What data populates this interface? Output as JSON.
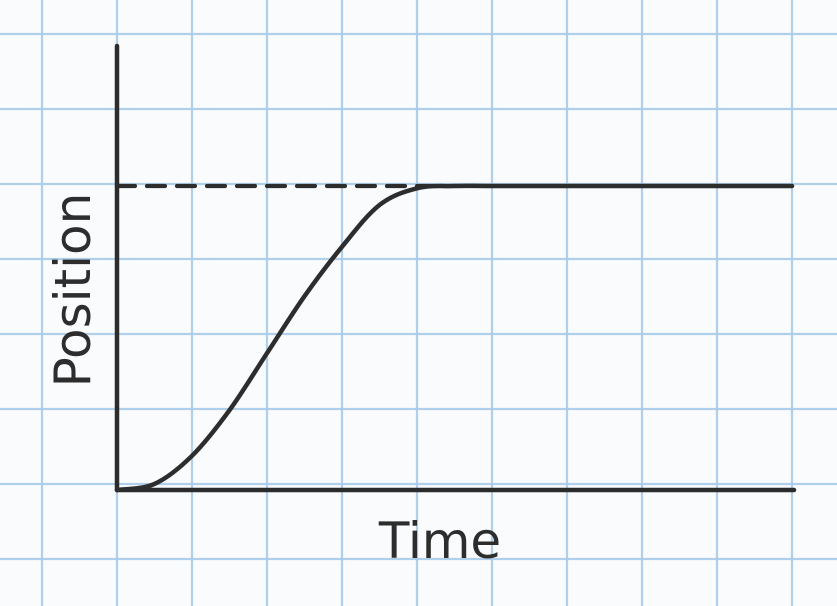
{
  "chart_data": {
    "type": "line",
    "title": "",
    "xlabel": "Time",
    "ylabel": "Position",
    "grid": true,
    "xlim": [
      0,
      9
    ],
    "ylim": [
      0,
      4
    ],
    "series": [
      {
        "x": [
          0,
          0.5,
          1,
          1.5,
          2,
          2.5,
          3,
          3.5,
          4,
          4.5,
          5,
          6,
          7,
          8,
          9
        ],
        "y": [
          0,
          0.08,
          0.45,
          1.05,
          1.8,
          2.55,
          3.2,
          3.75,
          3.97,
          4.0,
          4.0,
          4.0,
          4.0,
          4.0,
          4.0
        ]
      }
    ],
    "reference_lines": [
      {
        "y": 4,
        "style": "dashed"
      }
    ],
    "colors": {
      "grid": "#a9cbea",
      "ink": "#2d2d2d",
      "paper": "#fafbfd"
    }
  }
}
